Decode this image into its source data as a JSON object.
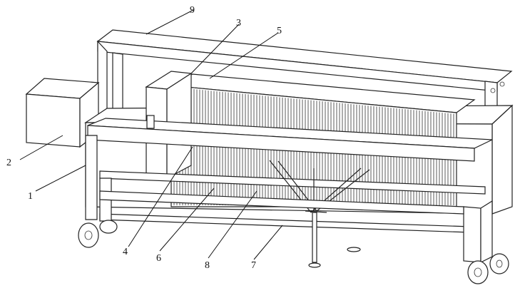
{
  "diagram": {
    "labels": [
      {
        "id": "1",
        "text": "1"
      },
      {
        "id": "2",
        "text": "2"
      },
      {
        "id": "3",
        "text": "3"
      },
      {
        "id": "4",
        "text": "4"
      },
      {
        "id": "5",
        "text": "5"
      },
      {
        "id": "6",
        "text": "6"
      },
      {
        "id": "7",
        "text": "7"
      },
      {
        "id": "8",
        "text": "8"
      },
      {
        "id": "9",
        "text": "9"
      }
    ]
  }
}
